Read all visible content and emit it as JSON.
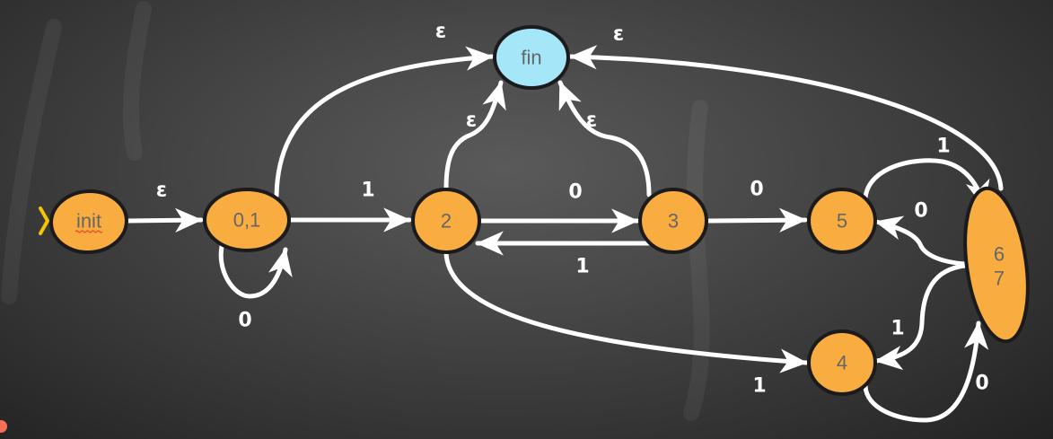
{
  "diagram": {
    "type": "nfa-state-diagram",
    "colors": {
      "state_fill": "#F9AC3F",
      "final_fill": "#A5E6F8",
      "edge": "#FFFFFF",
      "start_marker": "#F5C500",
      "label_text": "#666666",
      "corner_dot": "#F46F56"
    },
    "start_state": "init",
    "states": [
      {
        "id": "init",
        "label": "init",
        "kind": "start",
        "spellcheck_underline": true
      },
      {
        "id": "01",
        "label": "0,1",
        "kind": "normal"
      },
      {
        "id": "2",
        "label": "2",
        "kind": "normal"
      },
      {
        "id": "3",
        "label": "3",
        "kind": "normal"
      },
      {
        "id": "5",
        "label": "5",
        "kind": "normal"
      },
      {
        "id": "67",
        "label": "6\n7",
        "label_lines": [
          "6",
          "7"
        ],
        "kind": "normal"
      },
      {
        "id": "4",
        "label": "4",
        "kind": "normal"
      },
      {
        "id": "fin",
        "label": "fin",
        "kind": "final"
      }
    ],
    "transitions": [
      {
        "from": "init",
        "to": "01",
        "label": "ε"
      },
      {
        "from": "01",
        "to": "01",
        "label": "0"
      },
      {
        "from": "01",
        "to": "2",
        "label": "1"
      },
      {
        "from": "01",
        "to": "fin",
        "label": "ε"
      },
      {
        "from": "2",
        "to": "3",
        "label": "0"
      },
      {
        "from": "3",
        "to": "2",
        "label": "1"
      },
      {
        "from": "2",
        "to": "fin",
        "label": "ε"
      },
      {
        "from": "3",
        "to": "fin",
        "label": "ε"
      },
      {
        "from": "2",
        "to": "4",
        "label": "1"
      },
      {
        "from": "3",
        "to": "5",
        "label": "0"
      },
      {
        "from": "5",
        "to": "67",
        "label": "1"
      },
      {
        "from": "67",
        "to": "5",
        "label": "0"
      },
      {
        "from": "67",
        "to": "4",
        "label": "1"
      },
      {
        "from": "4",
        "to": "67",
        "label": "0"
      },
      {
        "from": "67",
        "to": "fin",
        "label": "ε"
      }
    ]
  }
}
